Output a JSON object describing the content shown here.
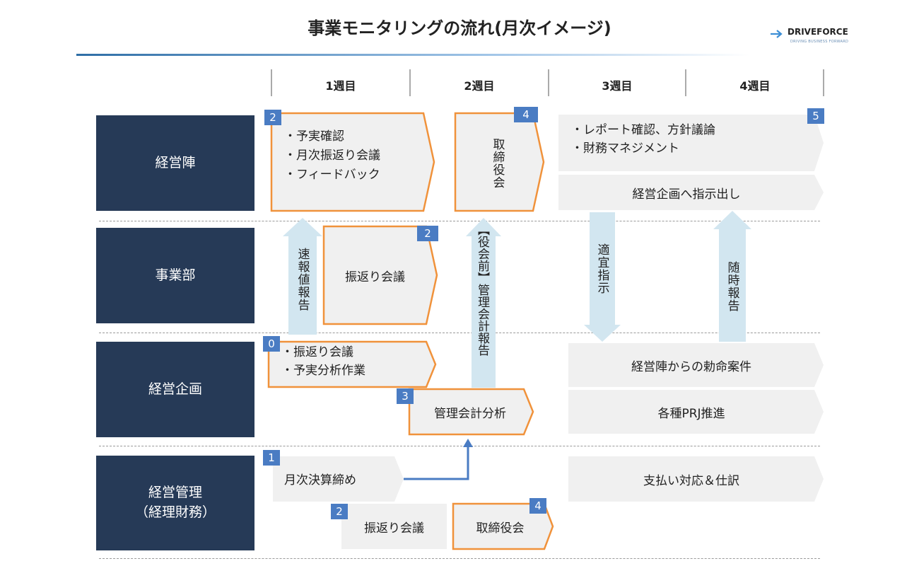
{
  "title": "事業モニタリングの流れ(月次イメージ)",
  "logo": {
    "name": "DRIVEFORCE",
    "tagline": "DRIVING BUSINESS FORWARD"
  },
  "weeks": [
    "1週目",
    "2週目",
    "3週目",
    "4週目"
  ],
  "departments": {
    "executive": "経営陣",
    "division": "事業部",
    "planning": "経営企画",
    "management_line1": "経営管理",
    "management_line2": "（経理財務）"
  },
  "executive_review": [
    "・予実確認",
    "・月次振返り会議",
    "・フィードバック"
  ],
  "board_vertical": "取締役会",
  "executive_discussion": [
    "・レポート確認、方針議論",
    "・財務マネジメント"
  ],
  "instruct_planning": "経営企画へ指示出し",
  "flash_report": "速報値報告",
  "division_review": "振返り会議",
  "pre_board_report": "【役会前】管理会計報告",
  "timely_instruction": "適宜指示",
  "ad_hoc_report": "随時報告",
  "planning_tasks": [
    "・振返り会議",
    "・予実分析作業"
  ],
  "mgmt_accounting_analysis": "管理会計分析",
  "executive_missions": "経営陣からの勅命案件",
  "prj_promotion": "各種PRJ推進",
  "monthly_close": "月次決算締め",
  "payment_handling": "支払い対応＆仕訳",
  "mgmt_review": "振返り会議",
  "mgmt_board": "取締役会",
  "step_numbers": {
    "exec_review": "2",
    "board": "4",
    "exec_discussion": "5",
    "division_review": "2",
    "planning_tasks": "0",
    "analysis": "3",
    "monthly_close": "1",
    "mgmt_review": "2",
    "mgmt_board": "4"
  },
  "colors": {
    "navy": "#263a57",
    "orange": "#f0923b",
    "badge_blue": "#4a7cc3",
    "arrow_light": "#d2e6f0",
    "connector": "#4a7cc3",
    "box_gray": "#f0f0f0"
  }
}
